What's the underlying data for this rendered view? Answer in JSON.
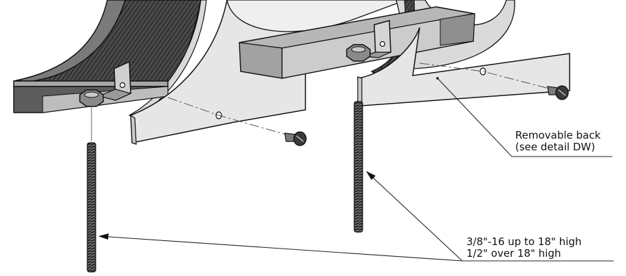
{
  "callouts": {
    "removable_back": {
      "line1": "Removable back",
      "line2": "(see detail DW)"
    },
    "rod_spec": {
      "line1": "3/8\"-16 up to 18\" high",
      "line2": "1/2\" over 18\" high"
    }
  },
  "colors": {
    "outline": "#111111",
    "clear_panel": "#e6e6e6",
    "block_face": "#5d5d5d",
    "block_top": "#a7a7a7",
    "ribbed_band": "#3d3d3d",
    "leader": "#444444"
  }
}
